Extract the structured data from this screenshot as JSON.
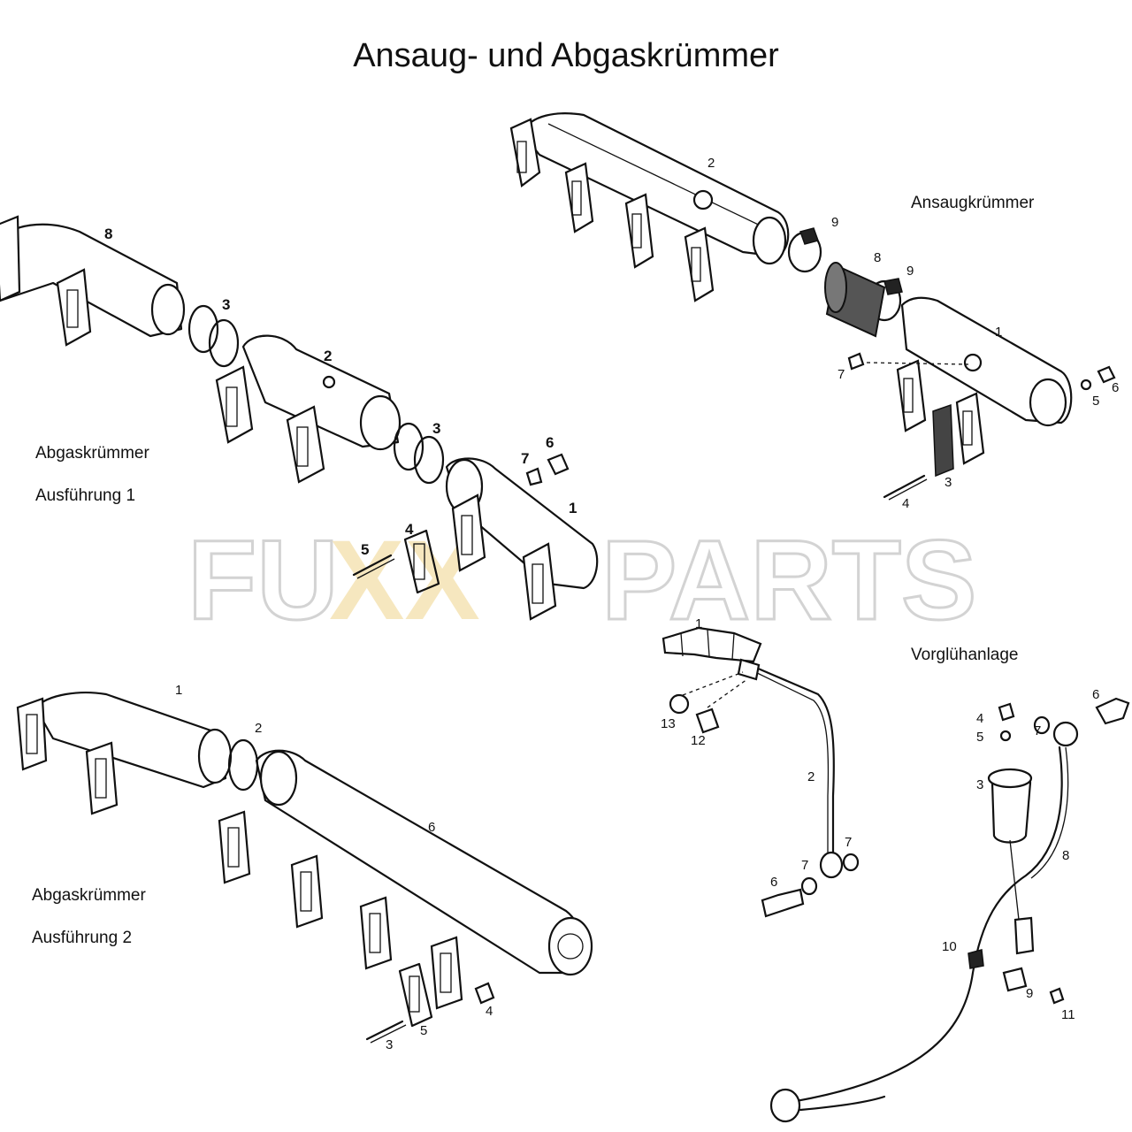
{
  "title": "Ansaug- und Abgaskrümmer",
  "sections": {
    "ansaug": "Ansaugkrümmer",
    "abgas1_line1": "Abgaskrümmer",
    "abgas1_line2": "Ausführung 1",
    "abgas2_line1": "Abgaskrümmer",
    "abgas2_line2": "Ausführung 2",
    "vorgluehen": "Vorglühanlage"
  },
  "watermark": {
    "left": "FU",
    "middle": "XX",
    "right": "PARTS",
    "color_text": "#d9d9d9",
    "color_x": "#f2d9a0"
  },
  "callouts": {
    "ansaug": [
      "2",
      "9",
      "8",
      "9",
      "1",
      "7",
      "6",
      "5",
      "3",
      "4"
    ],
    "abgas1": [
      "8",
      "3",
      "2",
      "3",
      "7",
      "6",
      "1",
      "5",
      "4"
    ],
    "abgas2": [
      "1",
      "2",
      "6",
      "4",
      "5",
      "3"
    ],
    "vorgluehen": [
      "1",
      "13",
      "12",
      "2",
      "7",
      "7",
      "6",
      "4",
      "5",
      "7",
      "6",
      "3",
      "8",
      "10",
      "9",
      "11"
    ]
  }
}
